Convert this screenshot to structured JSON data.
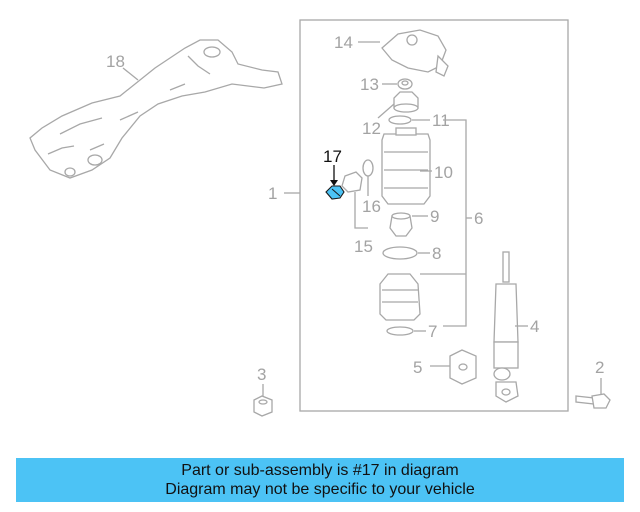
{
  "callouts": {
    "c1": "1",
    "c2": "2",
    "c3": "3",
    "c4": "4",
    "c5": "5",
    "c6": "6",
    "c7": "7",
    "c8": "8",
    "c9": "9",
    "c10": "10",
    "c11": "11",
    "c12": "12",
    "c13": "13",
    "c14": "14",
    "c15": "15",
    "c16": "16",
    "c17": "17",
    "c18": "18"
  },
  "highlight": {
    "part": "17",
    "color": "#4cc3f5"
  },
  "colors": {
    "line_art": "#a8a8a8",
    "banner_bg": "#4cc3f5",
    "callout_active": "#111111"
  },
  "banner": {
    "line1": "Part or sub-assembly is #17 in diagram",
    "line2": "Diagram may not be specific to your vehicle"
  }
}
